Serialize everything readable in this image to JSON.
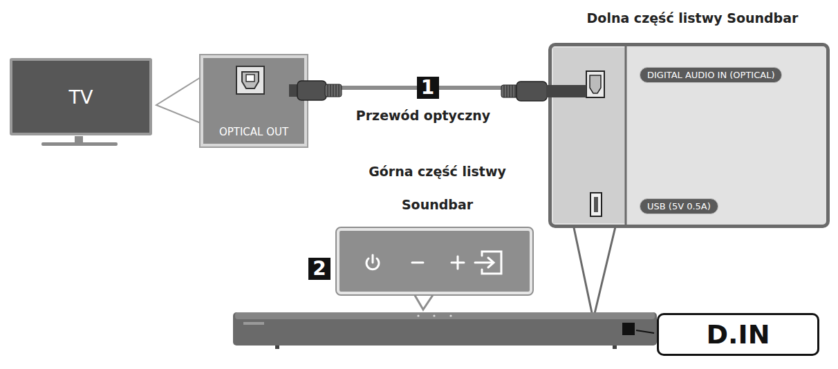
{
  "diagram": {
    "nodes": [
      {
        "text": [
          "TV"
        ]
      },
      {
        "text": [
          "OPTICAL OUT"
        ]
      },
      {
        "text": [
          "Dolna część listwy Soundbar"
        ]
      },
      {
        "text": [
          "DIGITAL AUDIO IN (OPTICAL)"
        ],
        "in": 2
      },
      {
        "text": [
          "USB (5V 0.5A)"
        ],
        "in": 2
      },
      {
        "text": [
          "Górna część listwy Soundbar"
        ]
      },
      {
        "text": [
          "D.IN"
        ]
      }
    ],
    "edges": [
      {
        "from": 1,
        "to": 2,
        "arrow": "none",
        "label": "1"
      }
    ],
    "labels": [
      "Przewód optyczny",
      "2"
    ]
  }
}
